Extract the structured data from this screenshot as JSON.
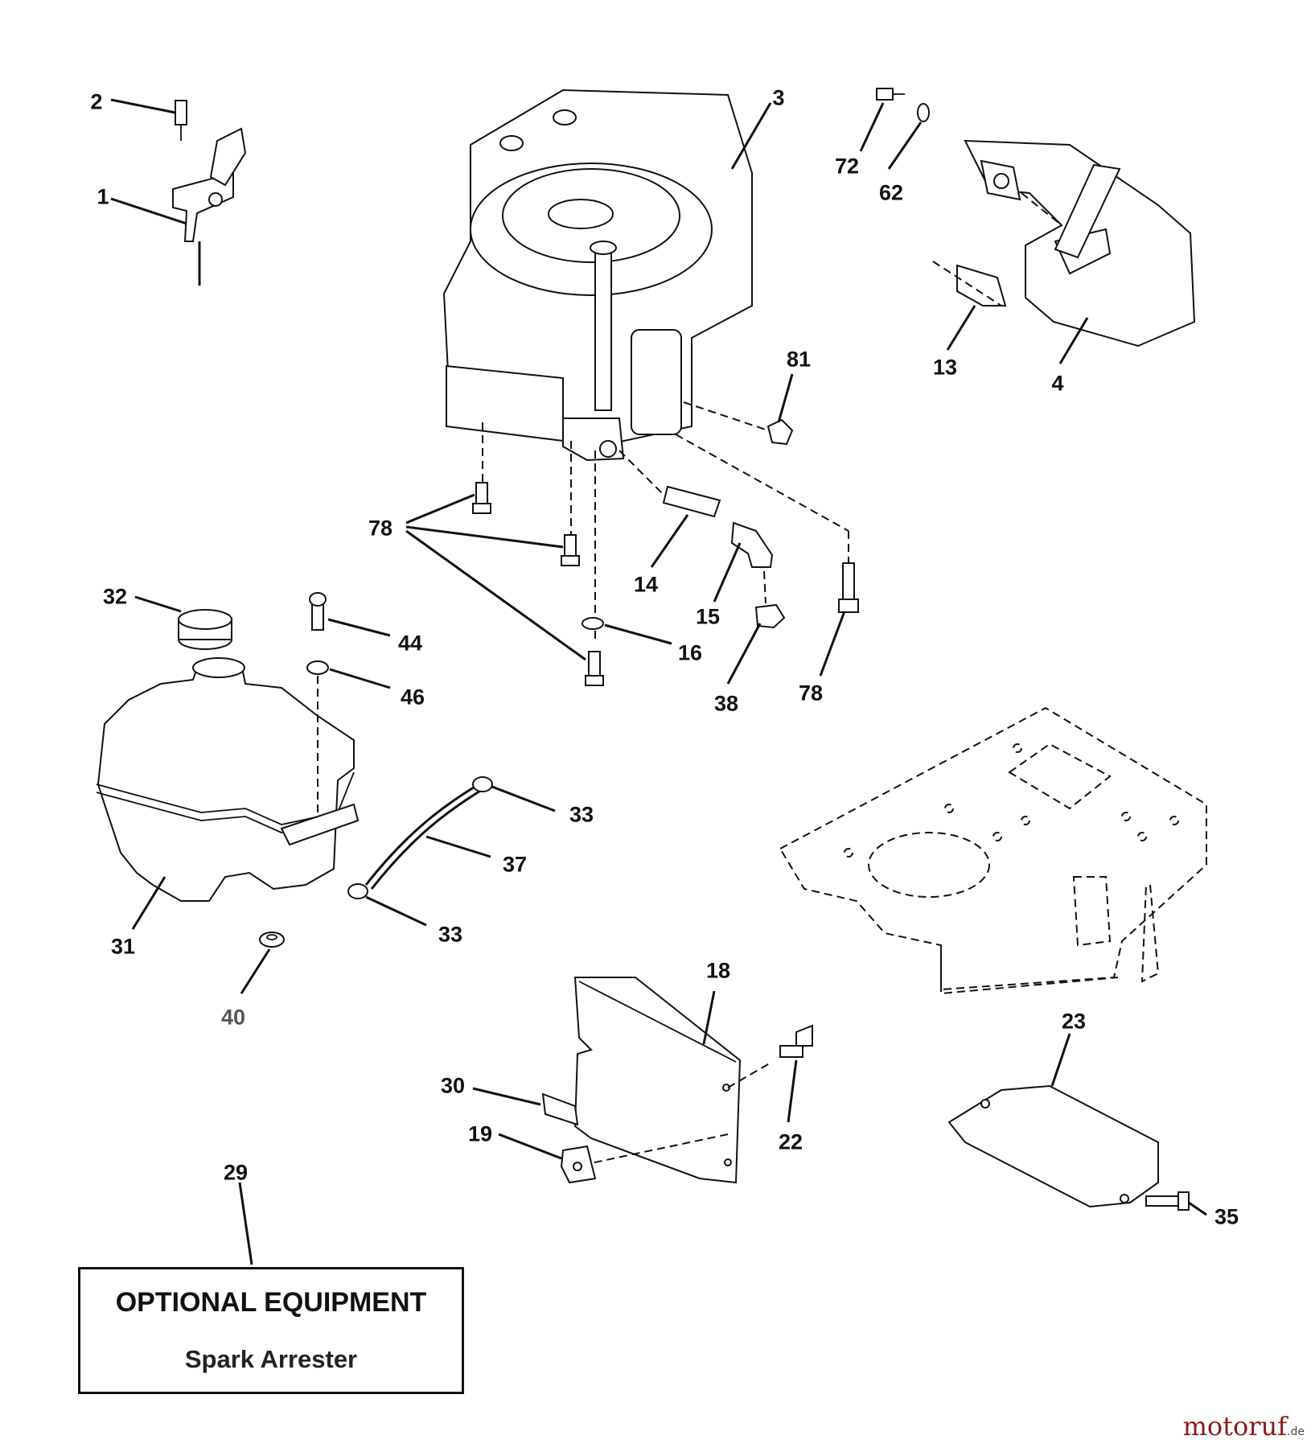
{
  "labels": {
    "p1": "1",
    "p2": "2",
    "p3": "3",
    "p4": "4",
    "p13": "13",
    "p14": "14",
    "p15": "15",
    "p16": "16",
    "p18": "18",
    "p19": "19",
    "p22": "22",
    "p23": "23",
    "p29": "29",
    "p30": "30",
    "p31": "31",
    "p32": "32",
    "p33a": "33",
    "p33b": "33",
    "p35": "35",
    "p37": "37",
    "p38": "38",
    "p40": "40",
    "p44": "44",
    "p46": "46",
    "p62": "62",
    "p72": "72",
    "p78a": "78",
    "p78b": "78",
    "p81": "81"
  },
  "optional": {
    "title": "OPTIONAL EQUIPMENT",
    "subtitle": "Spark Arrester"
  },
  "watermark": {
    "brand": "motoruf",
    "suffix": ".de"
  }
}
